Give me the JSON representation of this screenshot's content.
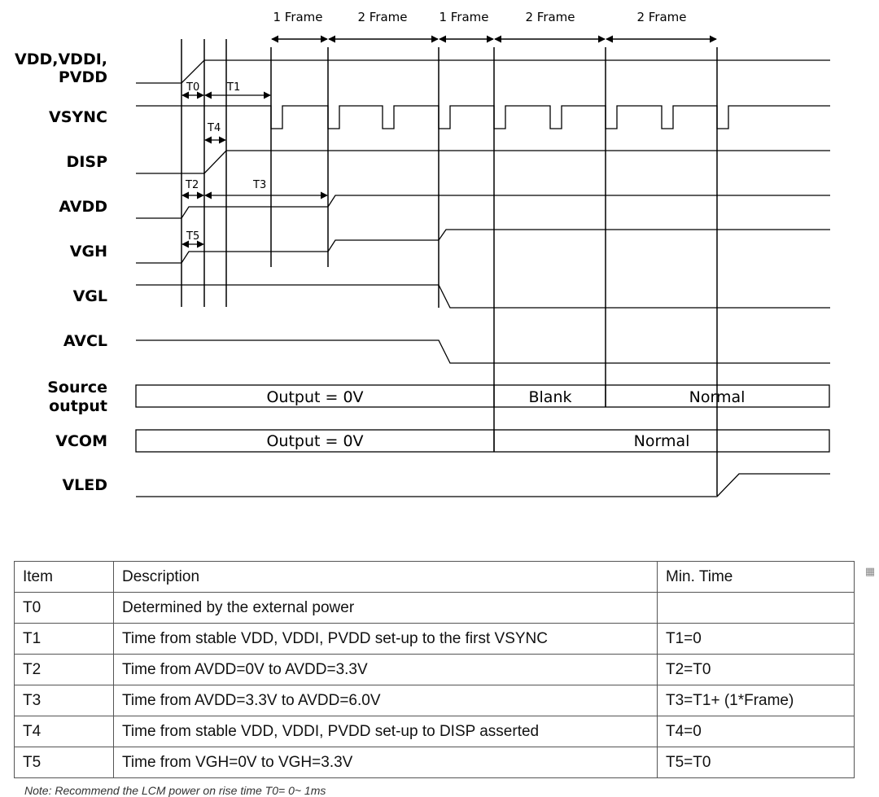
{
  "frames": [
    "1 Frame",
    "2 Frame",
    "1 Frame",
    "2 Frame",
    "2 Frame"
  ],
  "signals": {
    "vdd_line1": "VDD,VDDI,",
    "vdd_line2": "PVDD",
    "vsync": "VSYNC",
    "disp": "DISP",
    "avdd": "AVDD",
    "vgh": "VGH",
    "vgl": "VGL",
    "avcl": "AVCL",
    "source_line1": "Source",
    "source_line2": "output",
    "vcom": "VCOM",
    "vled": "VLED"
  },
  "timing_labels": [
    "T0",
    "T1",
    "T4",
    "T2",
    "T3",
    "T5"
  ],
  "source_output": {
    "seg1": "Output = 0V",
    "seg2": "Blank",
    "seg3": "Normal"
  },
  "vcom_output": {
    "seg1": "Output = 0V",
    "seg2": "Normal"
  },
  "table": {
    "headers": [
      "Item",
      "Description",
      "Min. Time"
    ],
    "rows": [
      [
        "T0",
        "Determined by the external power",
        ""
      ],
      [
        "T1",
        "Time from stable VDD, VDDI, PVDD set-up to the first VSYNC",
        "T1=0"
      ],
      [
        "T2",
        "Time from AVDD=0V to AVDD=3.3V",
        "T2=T0"
      ],
      [
        "T3",
        "Time from AVDD=3.3V to AVDD=6.0V",
        "T3=T1+ (1*Frame)"
      ],
      [
        "T4",
        "Time from stable VDD, VDDI, PVDD set-up to DISP asserted",
        "T4=0"
      ],
      [
        "T5",
        "Time from VGH=0V to VGH=3.3V",
        "T5=T0"
      ]
    ]
  },
  "note": "Note: Recommend the LCM power on rise time T0= 0~ 1ms",
  "table_icon": "table-icon"
}
